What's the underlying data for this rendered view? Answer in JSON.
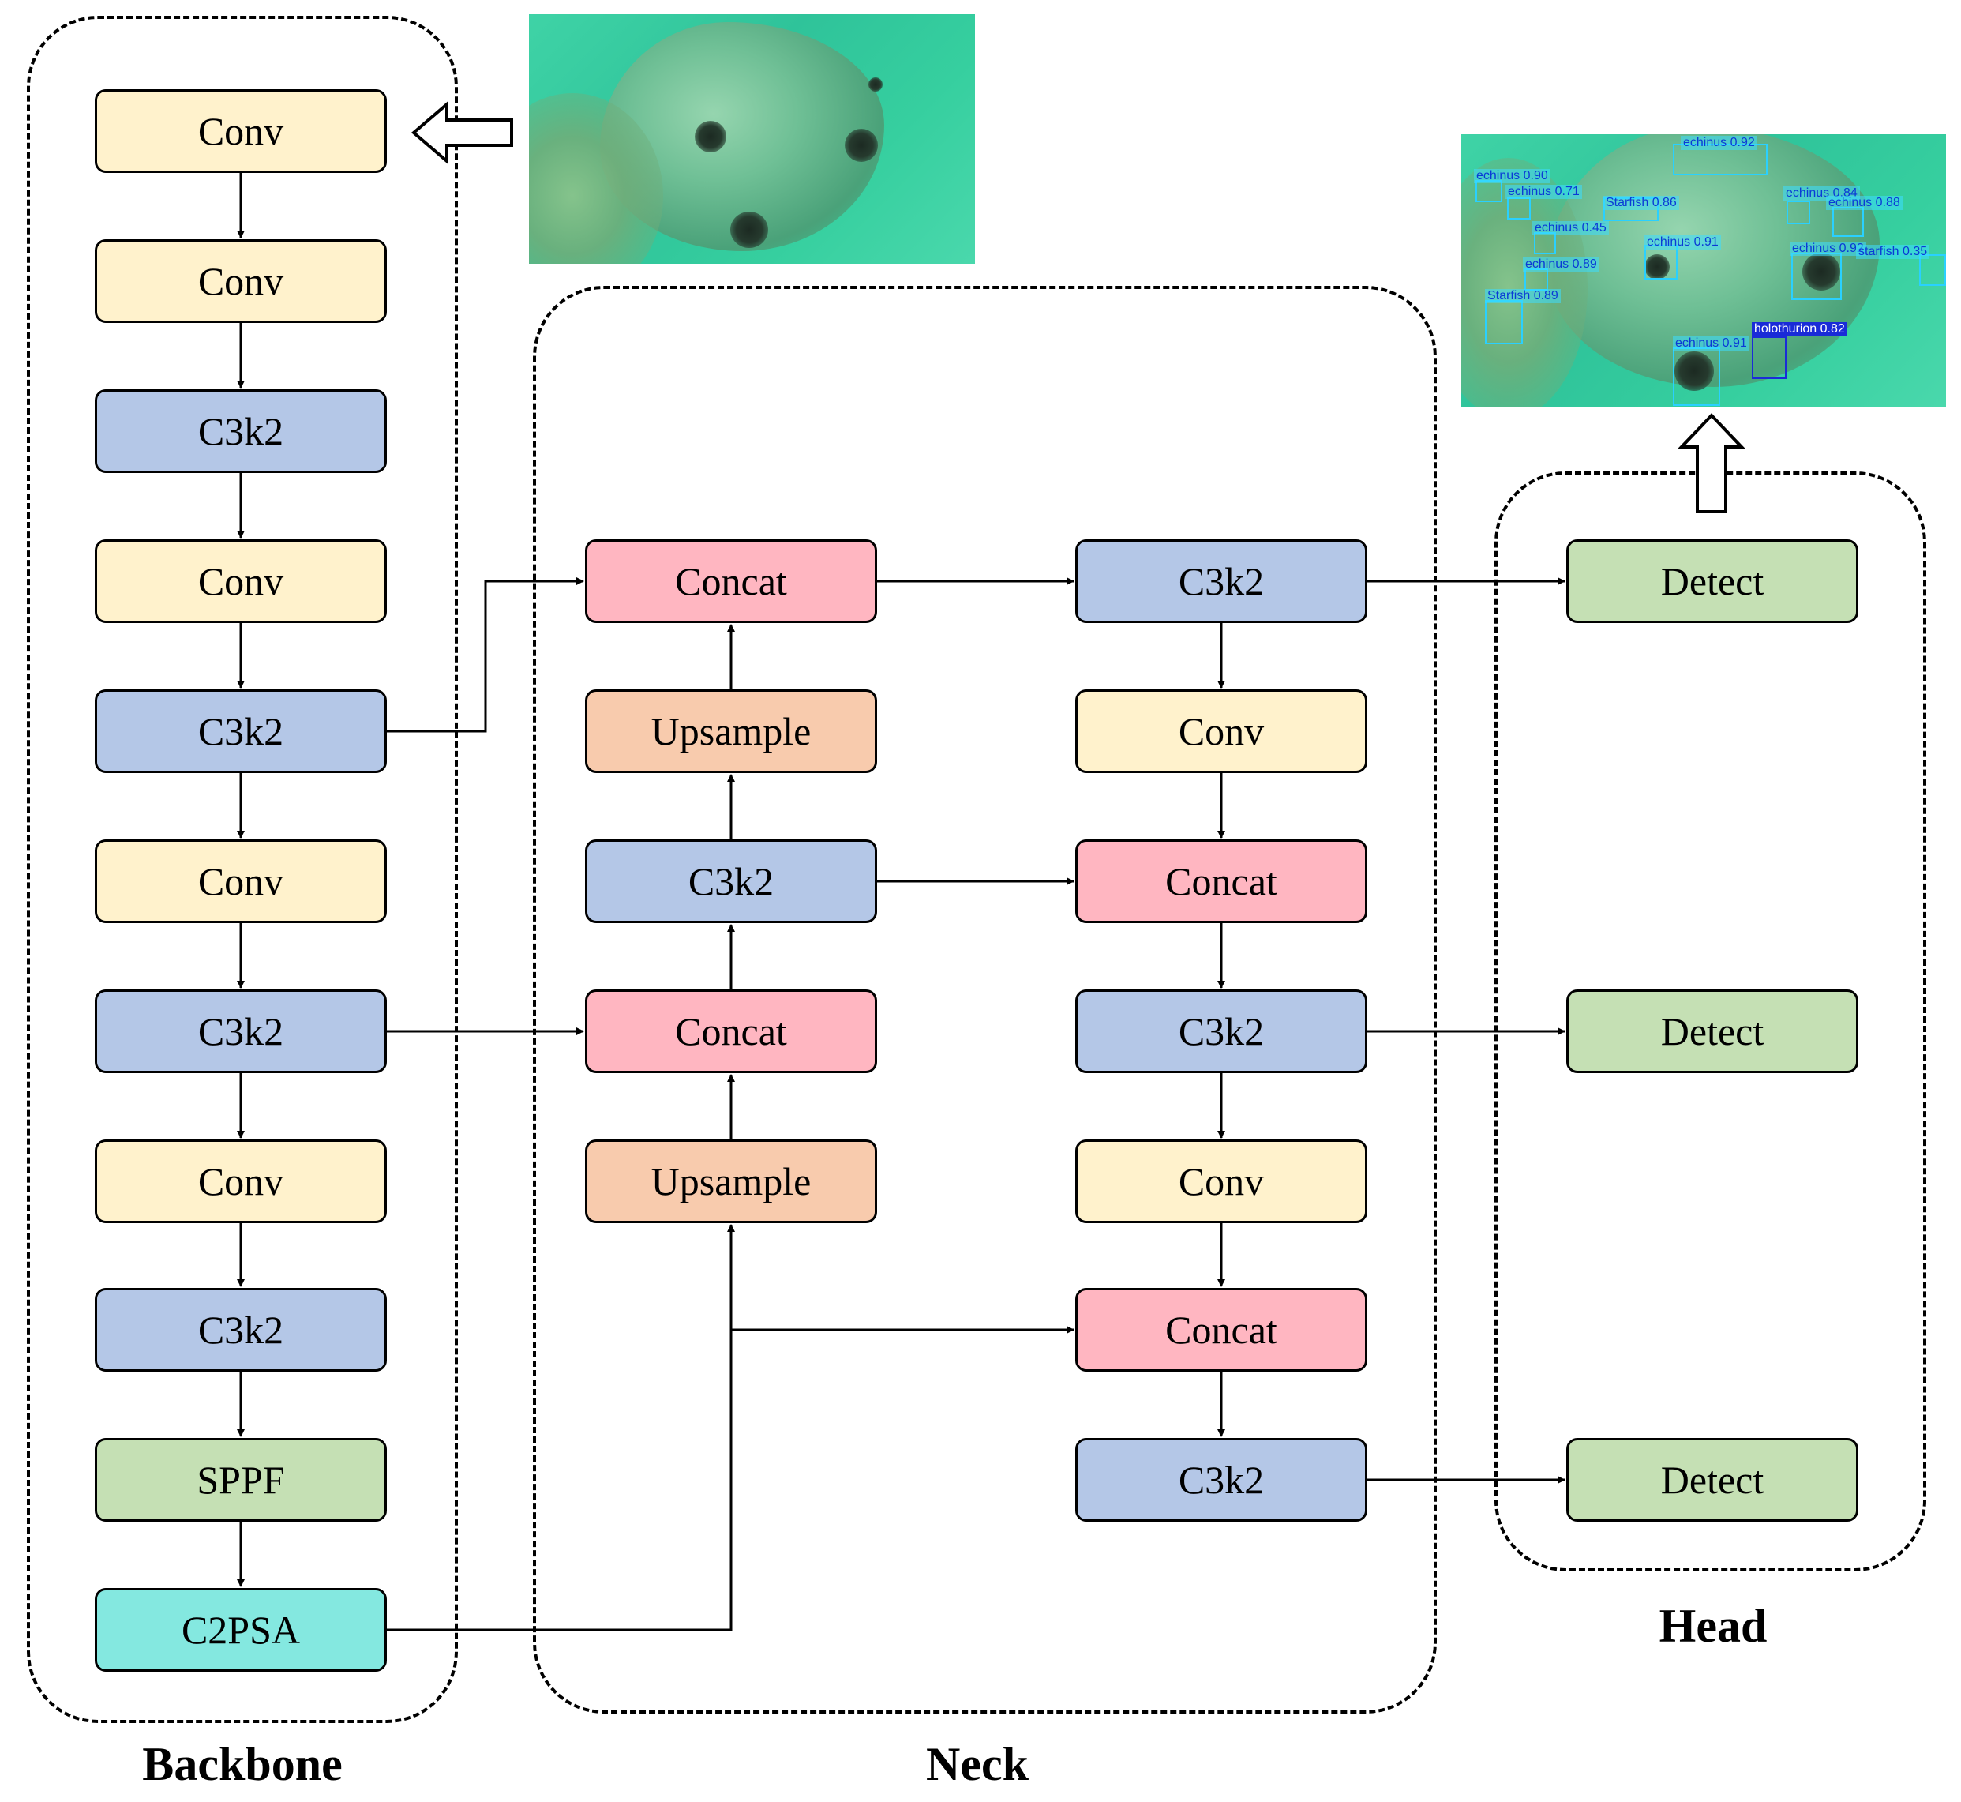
{
  "groups": {
    "backbone": "Backbone",
    "neck": "Neck",
    "head": "Head"
  },
  "backbone_blocks": [
    "Conv",
    "Conv",
    "C3k2",
    "Conv",
    "C3k2",
    "Conv",
    "C3k2",
    "Conv",
    "C3k2",
    "SPPF",
    "C2PSA"
  ],
  "neck_left_blocks": [
    "Concat",
    "Upsample",
    "C3k2",
    "Concat",
    "Upsample"
  ],
  "neck_right_blocks": [
    "C3k2",
    "Conv",
    "Concat",
    "C3k2",
    "Conv",
    "Concat",
    "C3k2"
  ],
  "head_blocks": [
    "Detect",
    "Detect",
    "Detect"
  ],
  "block_colors": {
    "Conv": "#FFF2CC",
    "C3k2": "#B4C7E7",
    "Concat": "#FFB6C1",
    "Upsample": "#F8CBAD",
    "Detect": "#C5E0B4",
    "SPPF": "#C5E0B4",
    "C2PSA": "#84E8E0"
  },
  "detections": [
    {
      "label": "echinus 0.92"
    },
    {
      "label": "echinus 0.90"
    },
    {
      "label": "echinus 0.71"
    },
    {
      "label": "Starfish 0.86"
    },
    {
      "label": "echinus 0.84"
    },
    {
      "label": "echinus 0.88"
    },
    {
      "label": "echinus 0.45"
    },
    {
      "label": "echinus 0.91"
    },
    {
      "label": "echinus 0.92"
    },
    {
      "label": "starfish 0.35"
    },
    {
      "label": "echinus 0.89"
    },
    {
      "label": "Starfish 0.89"
    },
    {
      "label": "holothurion 0.82"
    },
    {
      "label": "echinus 0.91"
    }
  ]
}
